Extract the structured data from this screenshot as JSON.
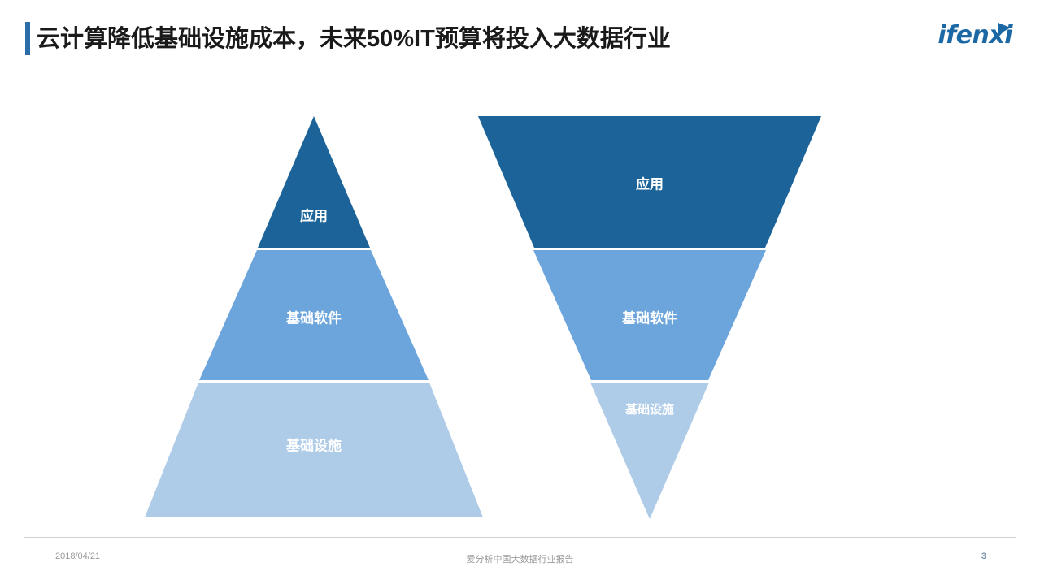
{
  "header": {
    "title": "云计算降低基础设施成本，未来50%IT预算将投入大数据行业",
    "accent_color": "#2b6da8"
  },
  "logo": {
    "text": "ifenxi",
    "color": "#1b68a5",
    "flag_icon": "pennant-flag-icon"
  },
  "colors": {
    "application": "#1b6399",
    "basic_software": "#6ca5dc",
    "infrastructure": "#aecbe8",
    "divider": "#ffffff",
    "footer_text": "#9a9a9a",
    "page_number": "#7a93ad",
    "title_text": "#1a1a1a"
  },
  "chart_data": {
    "type": "pyramid",
    "title": "云计算降低基础设施成本，未来50%IT预算将投入大数据行业",
    "charts": [
      {
        "name": "traditional-pyramid",
        "orientation": "upright",
        "layers": [
          {
            "label": "应用",
            "color": "#1b6399",
            "share_pct": 16
          },
          {
            "label": "基础软件",
            "color": "#6ca5dc",
            "share_pct": 33
          },
          {
            "label": "基础设施",
            "color": "#aecbe8",
            "share_pct": 51
          }
        ]
      },
      {
        "name": "cloud-inverted-pyramid",
        "orientation": "inverted",
        "layers": [
          {
            "label": "应用",
            "color": "#1b6399",
            "share_pct": 51
          },
          {
            "label": "基础软件",
            "color": "#6ca5dc",
            "share_pct": 33
          },
          {
            "label": "基础设施",
            "color": "#aecbe8",
            "share_pct": 16
          }
        ]
      }
    ],
    "legend_position": "none",
    "grid": false
  },
  "footer": {
    "date": "2018/04/21",
    "center_text": "爱分析中国大数据行业报告",
    "page_number": "3"
  }
}
